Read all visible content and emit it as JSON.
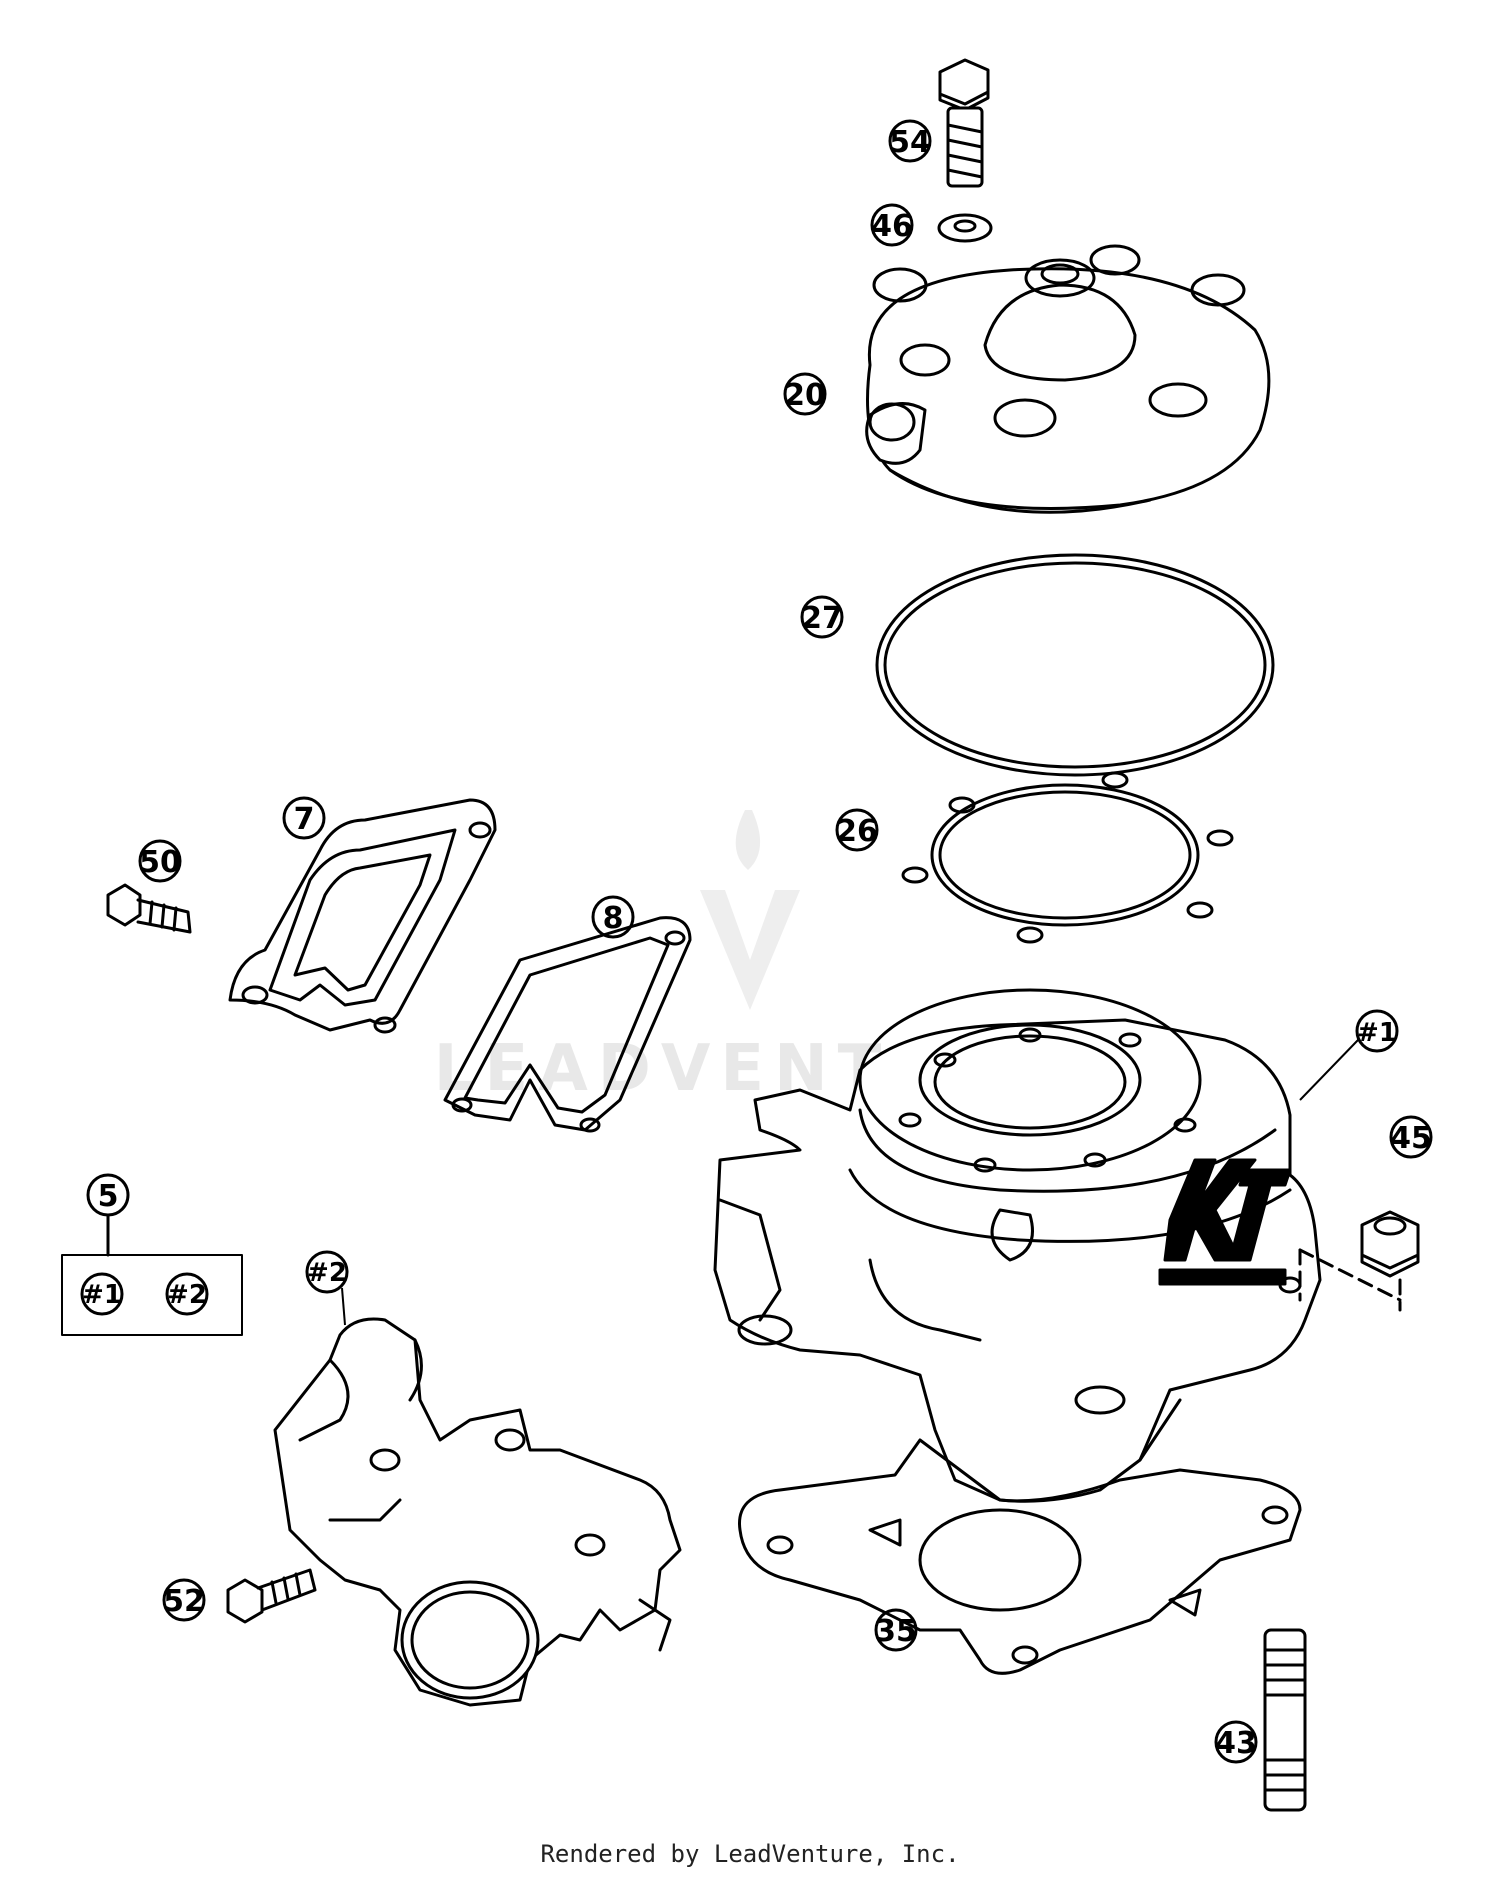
{
  "callouts": {
    "c54": "54",
    "c46": "46",
    "c20": "20",
    "c27": "27",
    "c26": "26",
    "c7": "7",
    "c50": "50",
    "c8": "8",
    "c1": "#1",
    "c45": "45",
    "c5": "5",
    "c5a": "#1",
    "c5b": "#2",
    "c2": "#2",
    "c35": "35",
    "c52": "52",
    "c43": "43"
  },
  "watermark": "LEADVENTURE",
  "footer": "Rendered by LeadVenture, Inc."
}
